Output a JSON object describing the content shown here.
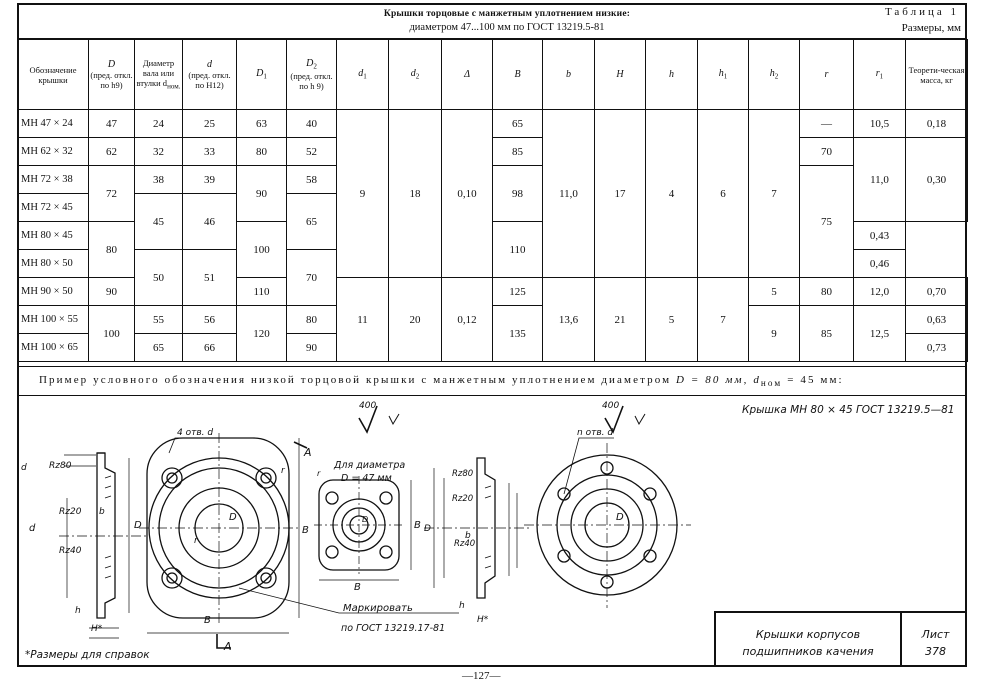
{
  "header": {
    "title_line1": "Крышки торцовые с манжетным уплотнением низкие:",
    "title_line2": "диаметром 47...100 мм по ГОСТ 13219.5-81",
    "table_number": "Таблица 1",
    "units": "Размеры, мм"
  },
  "columns": {
    "designation": "Обозначение крышки",
    "D": "D",
    "D_note": "(пред. откл. по h9)",
    "shaft": "Диаметр вала или втулки d",
    "shaft_sub": "ном.",
    "d": "d",
    "d_note": "(пред. откл. по H12)",
    "D1": "D",
    "D1_sub": "1",
    "D2": "D",
    "D2_sub": "2",
    "D2_note": "(пред. откл. по h 9)",
    "d1": "d",
    "d1_sub": "1",
    "d2": "d",
    "d2_sub": "2",
    "delta": "Δ",
    "B": "B",
    "b": "b",
    "H": "H",
    "h": "h",
    "h1": "h",
    "h1_sub": "1",
    "h2": "h",
    "h2_sub": "2",
    "r": "r",
    "r1": "r",
    "r1_sub": "1",
    "mass": "Теорети-ческая масса, кг"
  },
  "rows": [
    {
      "des": "МН 47 × 24",
      "D": "47",
      "shaft": "24",
      "d": "25",
      "D1": "63",
      "D2": "40",
      "B": "65",
      "r": "—",
      "r1": "10,5",
      "mass": "0,18"
    },
    {
      "des": "МН 62 × 32",
      "D": "62",
      "shaft": "32",
      "d": "33",
      "D1": "80",
      "D2": "52",
      "B": "85",
      "r": "70"
    },
    {
      "des": "МН 72 × 38",
      "shaft": "38",
      "d": "39",
      "D2": "58"
    },
    {
      "des": "МН 72 × 45"
    },
    {
      "des": "МН 80 × 45",
      "mass": "0,43"
    },
    {
      "des": "МН 80 × 50",
      "mass": "0,46"
    },
    {
      "des": "МН 90 × 50",
      "D": "90",
      "D1": "110",
      "B": "125",
      "h2": "5",
      "r": "80",
      "r1": "12,0",
      "mass": "0,70"
    },
    {
      "des": "МН 100 × 55",
      "shaft": "55",
      "d": "56",
      "D2": "80",
      "mass": "0,63"
    },
    {
      "des": "МН 100 × 65",
      "shaft": "65",
      "d": "66",
      "D2": "90",
      "mass": "0,73"
    }
  ],
  "merged": {
    "D_72": "72",
    "D_80": "80",
    "D_100": "100",
    "shaft_45": "45",
    "d_46": "46",
    "shaft_50": "50",
    "d_51": "51",
    "D1_90": "90",
    "D1_100": "100",
    "D1_120": "120",
    "D2_65": "65",
    "D2_70": "70",
    "d1_9": "9",
    "d1_11": "11",
    "d2_18": "18",
    "d2_20": "20",
    "delta_010": "0,10",
    "delta_012": "0,12",
    "B_98": "98",
    "B_110": "110",
    "B_135": "135",
    "b_110": "11,0",
    "b_136": "13,6",
    "H_17": "17",
    "H_21": "21",
    "h_4": "4",
    "h_5": "5",
    "h1_6": "6",
    "h1_7": "7",
    "h2_7": "7",
    "h2_9": "9",
    "r_75": "75",
    "r_85": "85",
    "r1_110": "11,0",
    "r1_125": "12,5",
    "mass_030": "0,30"
  },
  "example": {
    "text_before": "Пример условного обозначения низкой торцовой крышки с манжетным уплотнением диаметром",
    "D_eq": "D = 80 мм,",
    "dnom_label": "d",
    "dnom_sub": "ном",
    "dnom_eq": "= 45 мм:"
  },
  "designation_example": "Крышка МН 80 × 45 ГОСТ 13219.5—81",
  "drawing_labels": {
    "roughness": "400",
    "holes_4": "4 отв. d",
    "holes_n": "n отв. d",
    "for_diameter": "Для диаметра",
    "d47": "D = 47 мм",
    "marking_1": "Маркировать",
    "marking_2": "по ГОСТ 13219.17-81",
    "rz20": "Rz20",
    "rz80": "Rz80",
    "rz40": "Rz40",
    "section": "A",
    "D1": "D",
    "B": "B",
    "r": "r",
    "r1": "r",
    "label_d": "d",
    "label_D": "D",
    "label_b": "b",
    "label_h": "h",
    "label_H": "H*"
  },
  "stamp": {
    "name_line1": "Крышки корпусов",
    "name_line2": "подшипников качения",
    "sheet_label": "Лист",
    "sheet_number": "378"
  },
  "footnote": "*Размеры для справок",
  "page_number": "—127—"
}
